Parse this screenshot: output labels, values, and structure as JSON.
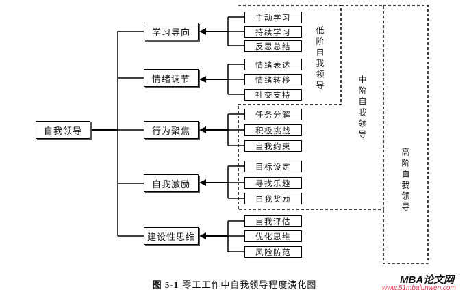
{
  "root": {
    "label": "自我领导"
  },
  "categories": [
    {
      "label": "学习导向",
      "items": [
        "主动学习",
        "持续学习",
        "反思总结"
      ]
    },
    {
      "label": "情绪调节",
      "items": [
        "情绪表达",
        "情绪转移",
        "社交支持"
      ]
    },
    {
      "label": "行为聚焦",
      "items": [
        "任务分解",
        "积极挑战",
        "自我约束"
      ]
    },
    {
      "label": "自我激励",
      "items": [
        "目标设定",
        "寻找乐趣",
        "自我奖励"
      ]
    },
    {
      "label": "建设性思维",
      "items": [
        "自我评估",
        "优化思维",
        "风险防范"
      ]
    }
  ],
  "levels": {
    "low": "低阶自我领导",
    "mid": "中阶自我领导",
    "high": "高阶自我领导"
  },
  "caption": {
    "number": "图 5-1",
    "text": "零工工作中自我领导程度演化图"
  },
  "watermark": {
    "brand": "MBA论文网",
    "url": "www.51mbalunwen.com"
  }
}
